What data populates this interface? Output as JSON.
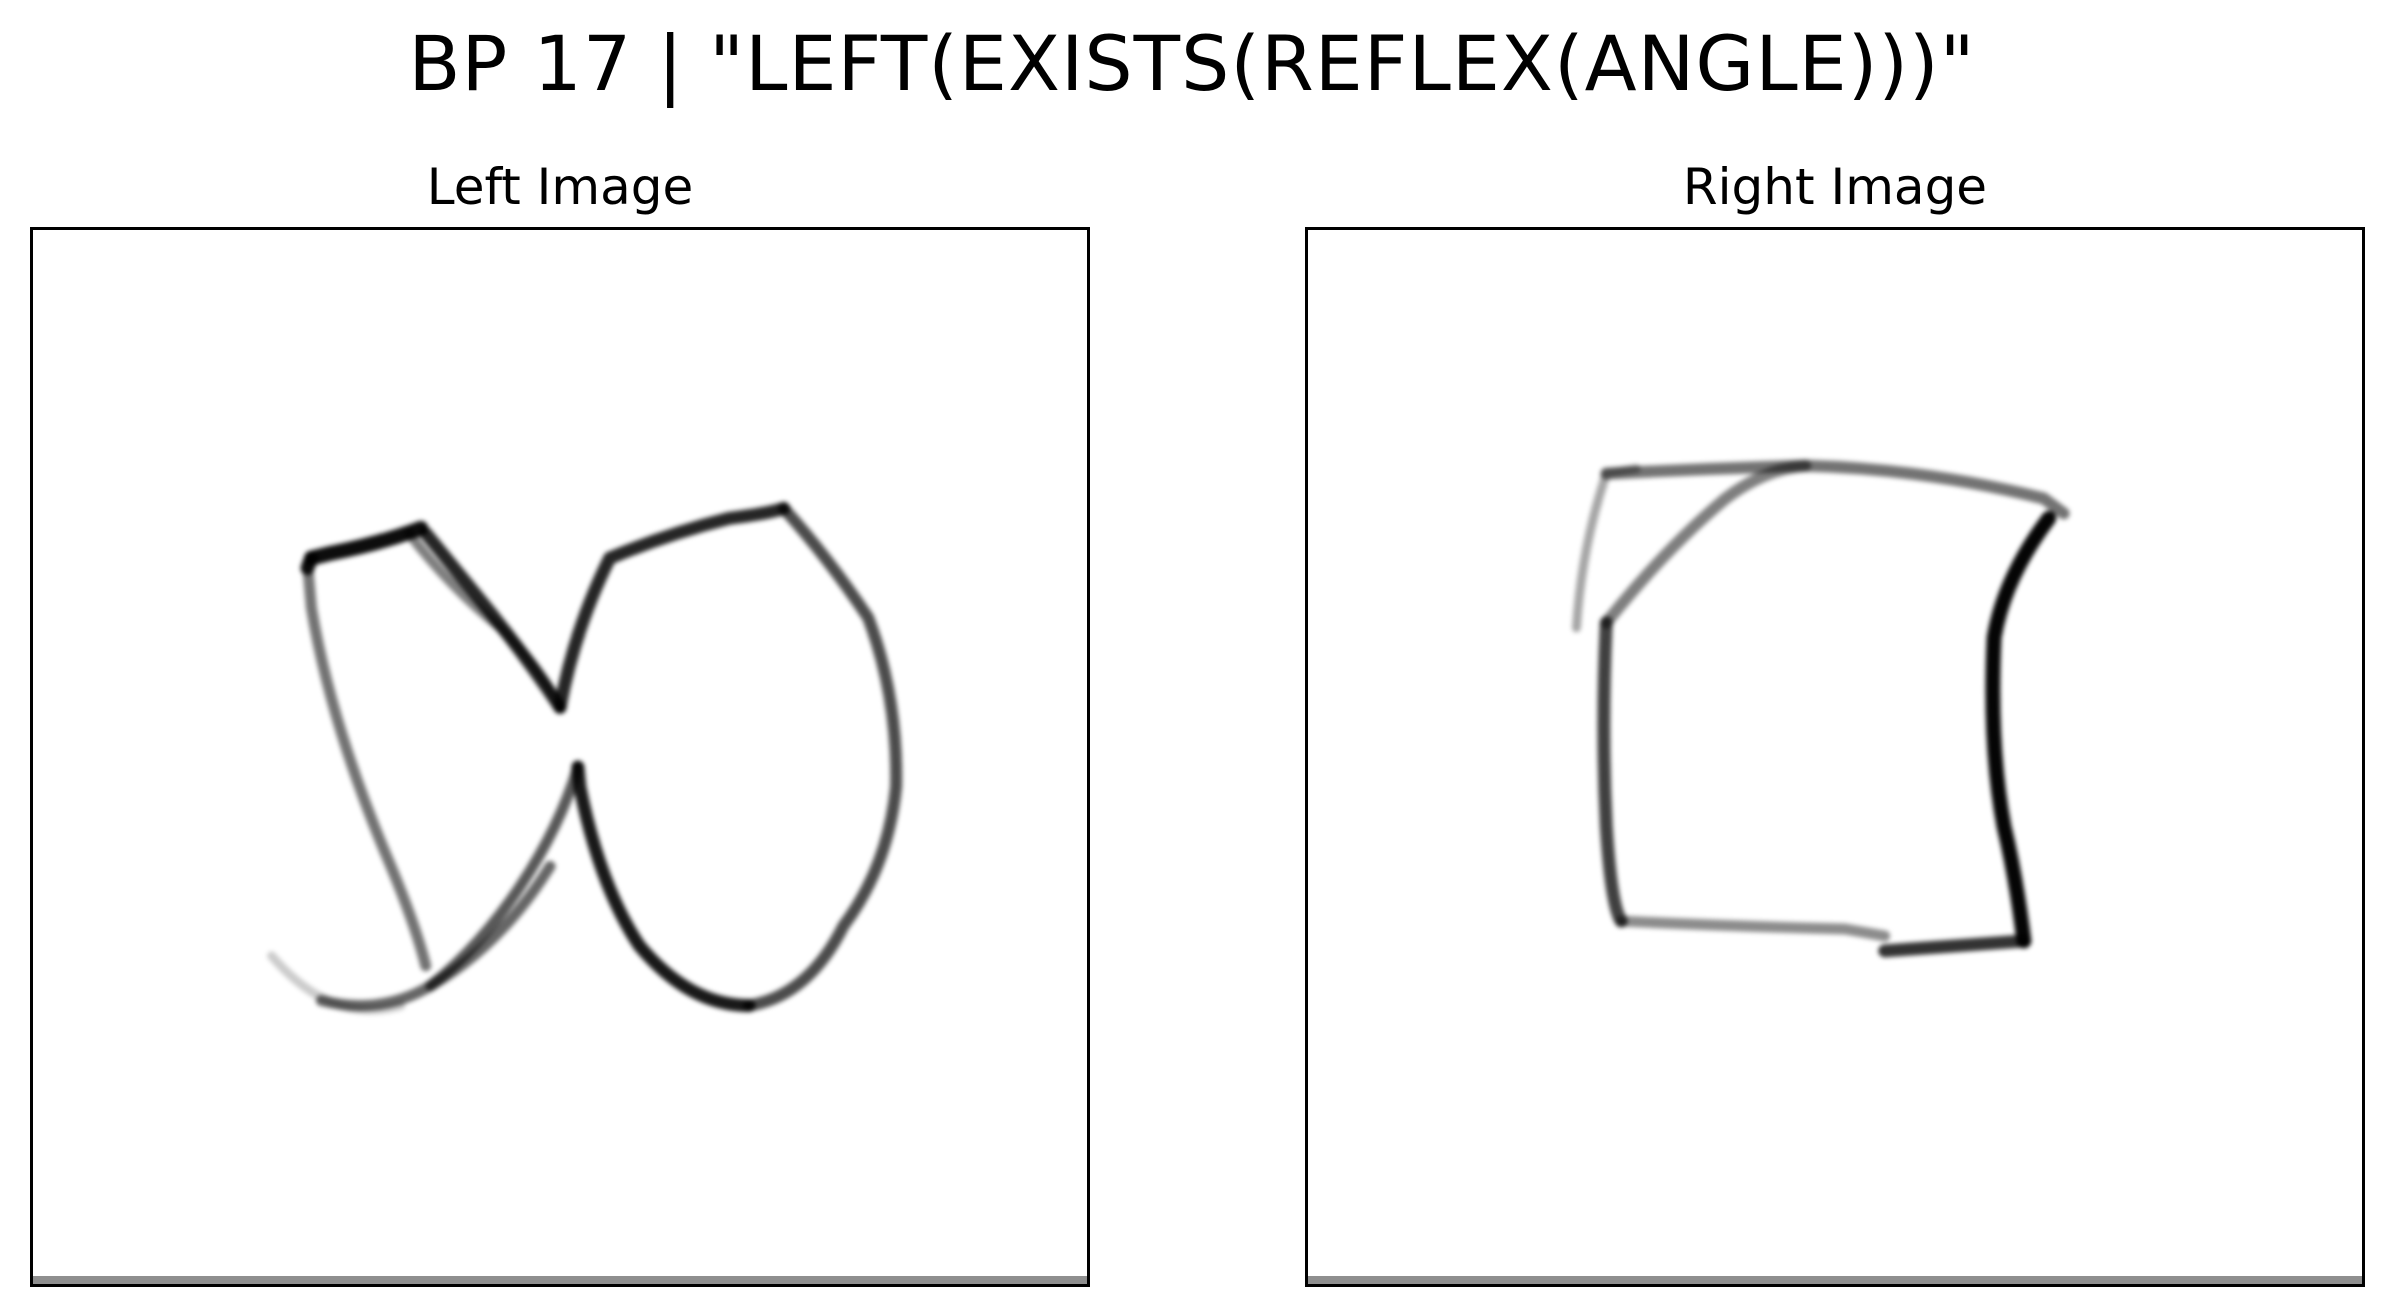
{
  "figure": {
    "title": "BP 17 | \"LEFT(EXISTS(REFLEX(ANGLE)))\""
  },
  "panels": [
    {
      "title": "Left Image"
    },
    {
      "title": "Right Image"
    }
  ],
  "colors": {
    "background": "#ffffff",
    "stroke": "#000000",
    "frame": "#000000"
  }
}
